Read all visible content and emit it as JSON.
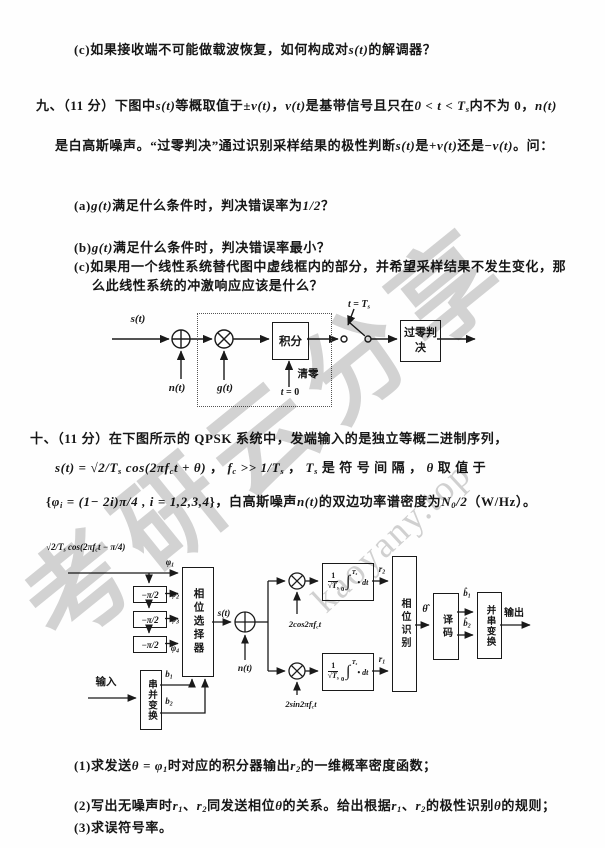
{
  "watermark": {
    "text_cn": "考研云分享",
    "text_site": "kaoyany.top",
    "color": "#c9c9c9"
  },
  "paragraphs": {
    "prev_c": "(c)如果接收端不可能做载波恢复，如何构成对*s(t)*的解调器？",
    "q9_line1": "九、（11 分）下图中*s(t)*等概取值于±*v(t)*，*v(t)*是基带信号且只在*0 < t < T_{s}*内不为 0，*n(t)*",
    "q9_line2": "是白高斯噪声。“过零判决”通过识别采样结果的极性判断*s(t)*是+*v(t)*还是−*v(t)*。问：",
    "q9_a": "(a)*g(t)*满足什么条件时，判决错误率为*1/2*？",
    "q9_b": "(b)*g(t)*满足什么条件时，判决错误率最小？",
    "q9_c1": "(c)如果用一个线性系统替代图中虚线框内的部分，并希望采样结果不发生变化，那",
    "q9_c2": "么此线性系统的冲激响应应该是什么？",
    "q10_line1": "十、（11 分）在下图所示的 QPSK 系统中，发端输入的是独立等概二进制序列，",
    "q10_line2": "*s(t)* = *√2/T_{s} cos(2πf_{c}t + θ)* ，   *f_{c} >> 1/T_{s}* ，   *T_{s}* 是 符 号 间 隔 ，  *θ*  取 值 于",
    "q10_line3": "{*φ_{i} = (1− 2i)π/4 , i = 1,2,3,4*}，白高斯噪声*n(t)*的双边功率谱密度为*N_{0}/2*（W/Hz）。",
    "task1": "(1)求发送*θ = φ_{1}*时对应的积分器输出*r_{2}*的一维概率密度函数；",
    "task2": "(2)写出无噪声时*r_{1}*、*r_{2}*同发送相位*θ*的关系。给出根据*r_{1}*、*r_{2}*的极性识别*θ*的规则；",
    "task3": "(3)求误符号率。"
  },
  "diagram1": {
    "input_label": "*s(t)*",
    "noise_label": "*n(t)*",
    "gate_label": "*g(t)*",
    "integrator_label": "积分",
    "clear_label": "清零",
    "clear_time": "*t* = 0",
    "sample_time": "*t* = *T_{s}*",
    "decision_label": "过零判决"
  },
  "diagram2": {
    "carrier_formula": "*√2/T_{s} cos(2πf_{c}t − π/4)*",
    "phi1": "*φ_{1}*",
    "phi2": "*φ_{2}*",
    "phi3": "*φ_{3}*",
    "phi4": "*φ_{4}*",
    "shift_label": "*−π/2*",
    "selector_label": "相位选择器",
    "s2p_label": "串并变换",
    "input_label": "输入",
    "b1": "*b_{1}*",
    "b2": "*b_{2}*",
    "st": "*s(t)*",
    "nt": "*n(t)*",
    "cos_label": "*2cos2πf_{c}t*",
    "sin_label": "*2sin2πf_{c}t*",
    "integrator": {
      "num": "1",
      "den": "*√T_{s}*",
      "sign": "∫",
      "upper": "*T_{s}*",
      "lower": "0",
      "tail": "*• dt*"
    },
    "r2": "*r_{2}*",
    "r1": "*r_{1}*",
    "recog_label": "相位识别",
    "theta_hat": "*θ̂*",
    "decode_label": "译码",
    "b1_hat": "*b̂_{1}*",
    "b2_hat": "*b̂_{2}*",
    "p2s_label": "并串变换",
    "output_label": "输出"
  }
}
